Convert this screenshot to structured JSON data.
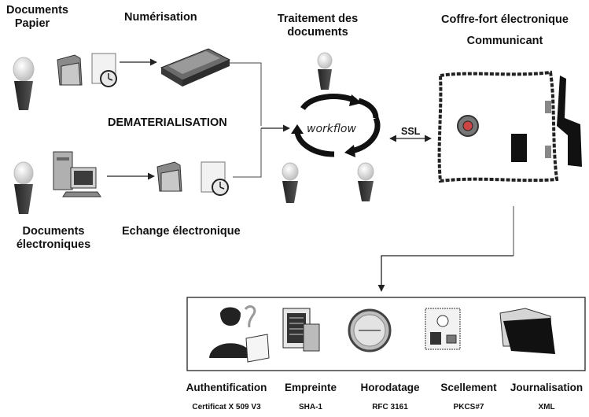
{
  "labels": {
    "documents_papier": [
      "Documents",
      "Papier"
    ],
    "numerisation": "Numérisation",
    "traitement": [
      "Traitement des",
      "documents"
    ],
    "coffre_fort": [
      "Coffre-fort électronique",
      "Communicant"
    ],
    "dematerialisation": "DEMATERIALISATION",
    "workflow": "workflow",
    "ssl": "SSL",
    "documents_electroniques": [
      "Documents",
      "électroniques"
    ],
    "echange": "Echange électronique"
  },
  "services": [
    {
      "name": "Authentification",
      "standard": "Certificat X 509 V3",
      "icon": "person-certificate-icon"
    },
    {
      "name": "Empreinte",
      "standard": "SHA-1",
      "icon": "fingerprint-document-icon"
    },
    {
      "name": "Horodatage",
      "standard": "RFC 3161",
      "icon": "clock-icon"
    },
    {
      "name": "Scellement",
      "standard": "PKCS#7",
      "icon": "seal-document-icon"
    },
    {
      "name": "Journalisation",
      "standard": "XML",
      "icon": "journal-folder-icon"
    }
  ],
  "colors": {
    "ink": "#111111",
    "grey": "#9a9a9a",
    "dark": "#2a2a2a",
    "background": "#ffffff"
  }
}
